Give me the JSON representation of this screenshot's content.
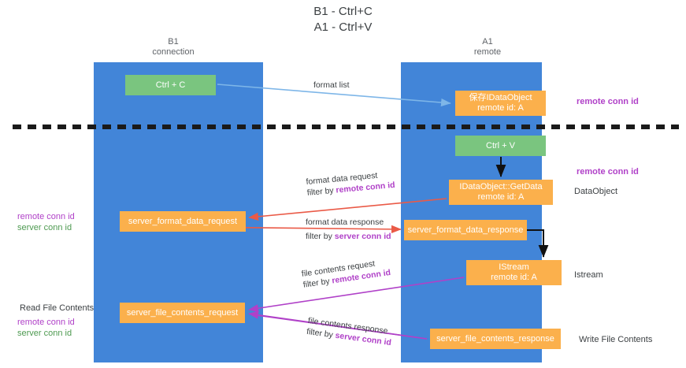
{
  "title": {
    "line1": "B1 - Ctrl+C",
    "line2": "A1 - Ctrl+V"
  },
  "columns": {
    "left": {
      "name": "B1",
      "role": "connection"
    },
    "right": {
      "name": "A1",
      "role": "remote"
    }
  },
  "colors": {
    "lane": "#4285d8",
    "green_box": "#7ac57f",
    "orange_box": "#fbb04c",
    "purple_text": "#b041c8",
    "green_text": "#4e9a51",
    "blue_arrow": "#7eb6e8",
    "red_arrow": "#ea5a47",
    "magenta_arrow": "#b041c8",
    "black_arrow": "#000000",
    "divider": "#1a1a1a",
    "body_text": "#3c4043"
  },
  "boxes": {
    "ctrl_c": "Ctrl + C",
    "save_idataobject_l1": "保存IDataObject",
    "save_idataobject_l2": "remote id: A",
    "ctrl_v": "Ctrl + V",
    "getdata_l1": "IDataObject::GetData",
    "getdata_l2": "remote id: A",
    "server_format_data_request": "server_format_data_request",
    "server_format_data_response": "server_format_data_response",
    "istream_l1": "IStream",
    "istream_l2": "remote id: A",
    "server_file_contents_request": "server_file_contents_request",
    "server_file_contents_response": "server_file_contents_response"
  },
  "edges": {
    "format_list": "format list",
    "format_data_request": "format data request",
    "format_data_request_filter_prefix": "filter by ",
    "format_data_request_filter_key": "remote conn id",
    "format_data_response": "format data response",
    "format_data_response_filter_prefix": "filter by ",
    "format_data_response_filter_key": "server conn id",
    "file_contents_request": "file contents request",
    "file_contents_request_filter_prefix": "filter by ",
    "file_contents_request_filter_key": "remote conn id",
    "file_contents_response": "file contents response",
    "file_contents_response_filter_prefix": "filter by ",
    "file_contents_response_filter_key": "server conn id"
  },
  "notes": {
    "remote_conn_id_top": "remote conn id",
    "remote_conn_id_mid": "remote conn id",
    "dataobject": "DataObject",
    "istream": "Istream",
    "write_file_contents": "Write File Contents",
    "read_file_contents": "Read File Contents",
    "left_remote_conn_id_1": "remote conn id",
    "left_server_conn_id_1": "server conn id",
    "left_remote_conn_id_2": "remote conn id",
    "left_server_conn_id_2": "server conn id"
  }
}
